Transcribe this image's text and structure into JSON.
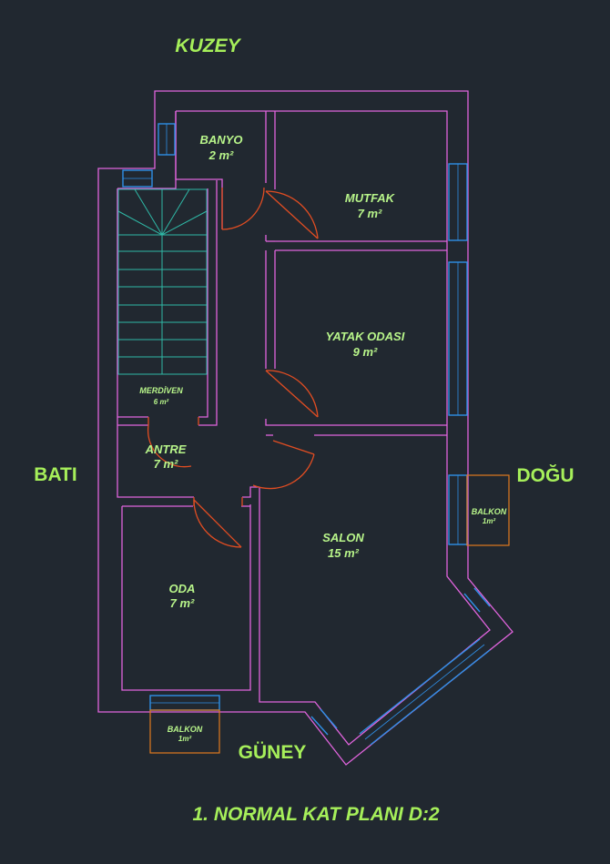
{
  "directions": {
    "north": "KUZEY",
    "west": "BATI",
    "east": "DOĞU",
    "south": "GÜNEY"
  },
  "rooms": {
    "banyo": {
      "name": "BANYO",
      "area": "2 m²"
    },
    "mutfak": {
      "name": "MUTFAK",
      "area": "7 m²"
    },
    "yatak": {
      "name": "YATAK ODASI",
      "area": "9 m²"
    },
    "merdiven": {
      "name": "MERDİVEN",
      "area": "6 m²"
    },
    "antre": {
      "name": "ANTRE",
      "area": "7 m²"
    },
    "salon": {
      "name": "SALON",
      "area": "15 m²"
    },
    "oda": {
      "name": "ODA",
      "area": "7 m²"
    },
    "balkon_east": {
      "name": "BALKON",
      "area": "1m²"
    },
    "balkon_south": {
      "name": "BALKON",
      "area": "1m²"
    }
  },
  "title": "1. NORMAL KAT PLANI D:2",
  "colors": {
    "background": "#212830",
    "walls": "#e064dd",
    "windows": "#2f8fe6",
    "doors": "#e14d22",
    "stairs": "#2fb8a6",
    "balcony": "#e07a1e",
    "text": "#b8f58a"
  }
}
